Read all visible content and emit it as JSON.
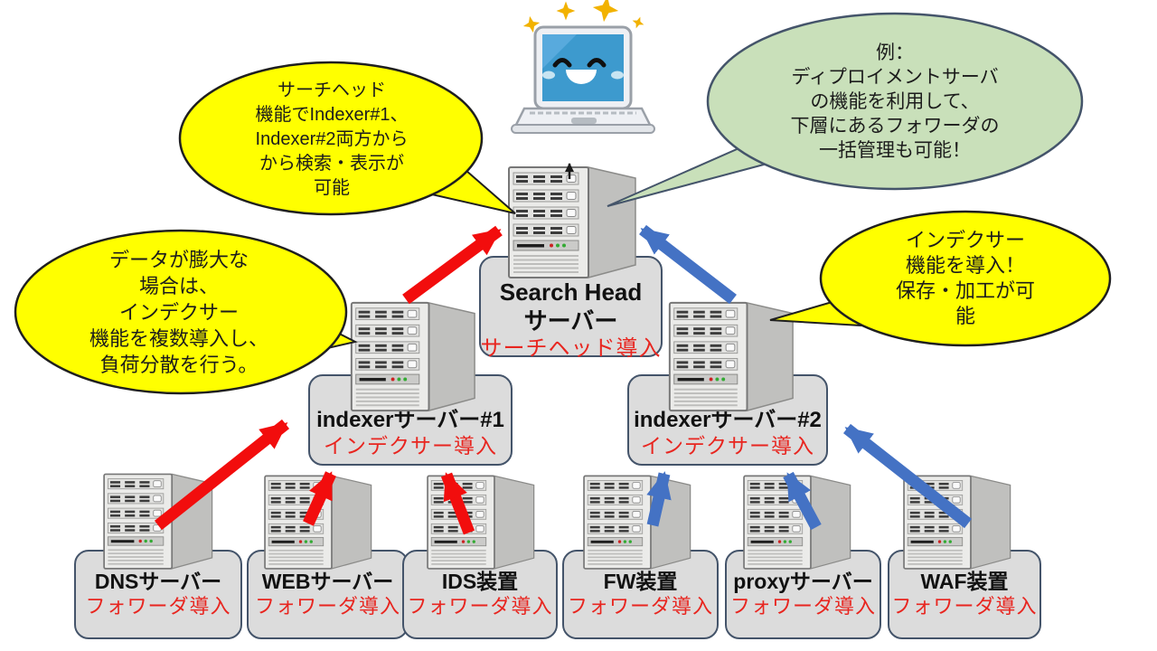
{
  "colors": {
    "red_arrow": "#f20d0d",
    "blue_arrow": "#4472c4",
    "black_arrow": "#1a1a1a",
    "bubble_yellow": "#ffff00",
    "bubble_yellow_border": "#1f1f1f",
    "bubble_green": "#c9e0ba",
    "bubble_green_border": "#44546a",
    "box_fill": "#dcdcdc",
    "box_border": "#44546a",
    "deploy_text": "#e8251f",
    "sparkle": "#f2b200",
    "laptop_screen": "#3d9ace"
  },
  "bubbles": {
    "search_head_note": {
      "lines": [
        "サーチヘッド",
        "機能でIndexer#1、",
        "Indexer#2両方から",
        "から検索・表示が",
        "可能"
      ]
    },
    "deployment_note": {
      "lines": [
        "例：",
        "ディプロイメントサーバ",
        "の機能を利用して、",
        "下層にあるフォワーダの",
        "一括管理も可能！"
      ]
    },
    "load_balance_note": {
      "lines": [
        "データが膨大な",
        "場合は、",
        "インデクサー",
        "機能を複数導入し、",
        "負荷分散を行う。"
      ]
    },
    "indexer_note": {
      "lines": [
        "インデクサー",
        "機能を導入！",
        "保存・加工が可",
        "能"
      ]
    }
  },
  "nodes": {
    "search_head": {
      "title_line1": "Search Head",
      "title_line2": "サーバー",
      "deploy": "サーチヘッド導入"
    },
    "indexer1": {
      "title": "indexerサーバー#1",
      "deploy": "インデクサー導入"
    },
    "indexer2": {
      "title": "indexerサーバー#2",
      "deploy": "インデクサー導入"
    },
    "forwarders": [
      {
        "title": "DNSサーバー",
        "deploy": "フォワーダ導入"
      },
      {
        "title": "WEBサーバー",
        "deploy": "フォワーダ導入"
      },
      {
        "title": "IDS装置",
        "deploy": "フォワーダ導入"
      },
      {
        "title": "FW装置",
        "deploy": "フォワーダ導入"
      },
      {
        "title": "proxyサーバー",
        "deploy": "フォワーダ導入"
      },
      {
        "title": "WAF装置",
        "deploy": "フォワーダ導入"
      }
    ]
  },
  "icons": {
    "laptop": "happy-laptop-icon",
    "sparkles": "sparkles-icon",
    "server": "server-tower-icon"
  }
}
